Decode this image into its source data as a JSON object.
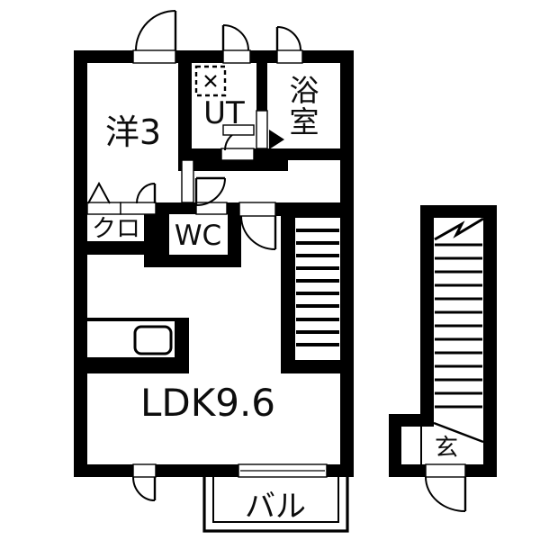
{
  "rooms": {
    "western": {
      "label": "洋3"
    },
    "utility": {
      "label": "UT"
    },
    "bathroom": {
      "label": "浴室",
      "chars": [
        "浴",
        "室"
      ]
    },
    "closet": {
      "label": "クロ"
    },
    "toilet": {
      "label": "WC"
    },
    "ldk": {
      "label": "LDK9.6"
    },
    "balcony": {
      "label": "バル"
    },
    "entrance": {
      "label": "玄"
    }
  },
  "icons": {
    "door_swing": "quarter-arc-swing",
    "folding_door": "chevron-peak",
    "sliding_door_indicator": "filled-right-triangle",
    "washer_pan": "dashed-square-with-x",
    "stair_break": "zigzag-cut-line"
  },
  "colors": {
    "wall": "#000000",
    "background": "#ffffff",
    "text": "#0d0d0d"
  }
}
